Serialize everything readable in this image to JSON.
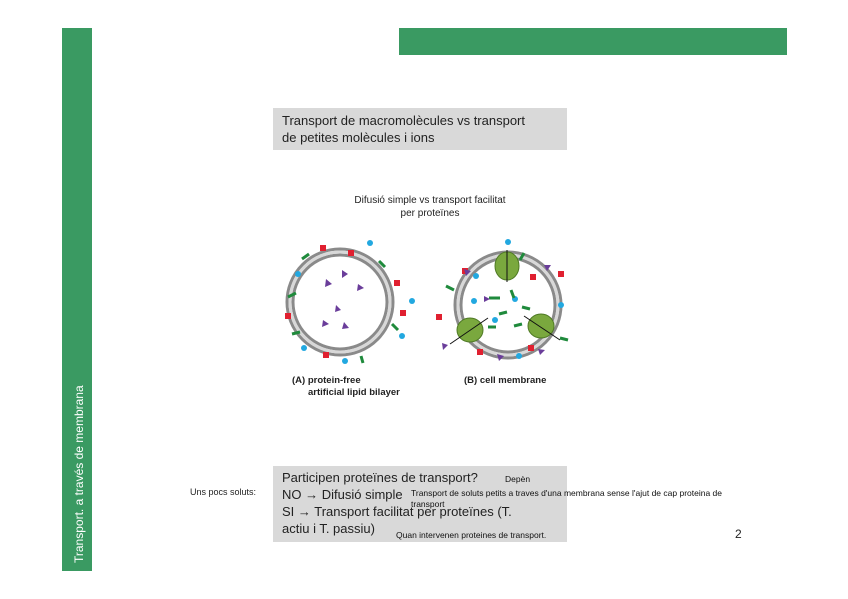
{
  "sidebar": {
    "title": "Transport. a través de membrana"
  },
  "box1": {
    "line1": "Transport de macromolècules vs transport",
    "line2": "de petites molècules i ions"
  },
  "caption": {
    "line1": "Difusió simple vs transport facilitat",
    "line2": "per proteïnes"
  },
  "figure": {
    "label_a_1": "(A) protein-free",
    "label_a_2": "artificial lipid bilayer",
    "label_b": "(B) cell membrane"
  },
  "box2": {
    "line1": "Participen proteïnes de transport?",
    "line2": "NO → Difusió simple",
    "line3": "SI  →  Transport facilitat per proteïnes (T.",
    "line4": "actiu i T. passiu)"
  },
  "notes": {
    "left_label": "Uns pocs soluts:",
    "depen": "Depèn",
    "simple_note_1": "Transport de soluts petits a traves d'una membrana sense l'ajut de cap proteina de",
    "simple_note_2": "transport",
    "facilitat_note": "Quan intervenen proteines de transport."
  },
  "page_number": "2",
  "colors": {
    "green": "#3a9a62",
    "box_gray": "#d9d9d9",
    "red": "#e02030",
    "blue": "#22a8e0",
    "purple": "#6a3d9a",
    "dark_green": "#1f8a3c"
  }
}
